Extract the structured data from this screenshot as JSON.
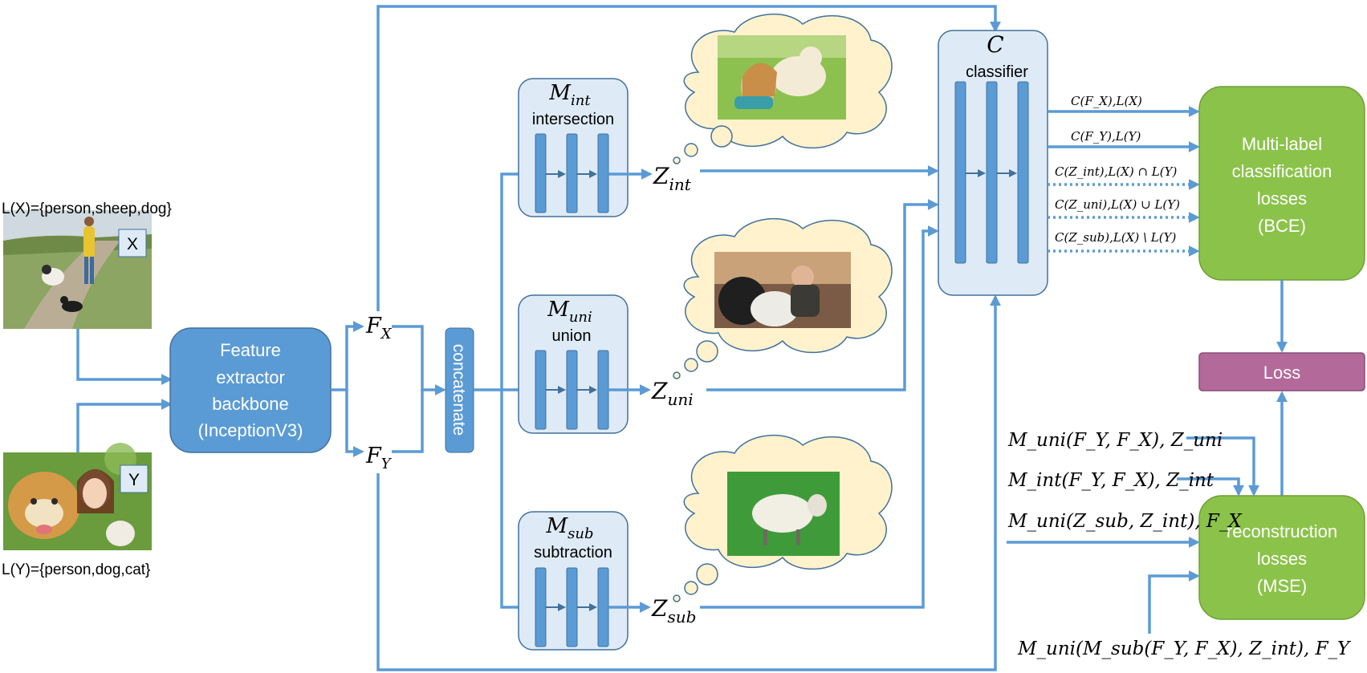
{
  "inputs": {
    "x_label_set": "L(X)={person,sheep,dog}",
    "y_label_set": "L(Y)={person,dog,cat}",
    "x_tag": "X",
    "y_tag": "Y"
  },
  "backbone": {
    "line1": "Feature",
    "line2": "extractor",
    "line3": "backbone",
    "line4": "(InceptionV3)"
  },
  "features": {
    "fx_base": "F",
    "fx_sub": "X",
    "fy_base": "F",
    "fy_sub": "Y"
  },
  "concat": {
    "label": "concatenate"
  },
  "modules": {
    "int": {
      "sym": "M",
      "sub": "int",
      "name": "intersection"
    },
    "uni": {
      "sym": "M",
      "sub": "uni",
      "name": "union"
    },
    "sub": {
      "sym": "M",
      "sub": "sub",
      "name": "subtraction"
    }
  },
  "latents": {
    "int": {
      "sym": "Z",
      "sub": "int"
    },
    "uni": {
      "sym": "Z",
      "sub": "uni"
    },
    "sub": {
      "sym": "Z",
      "sub": "sub"
    }
  },
  "classifier": {
    "sym": "C",
    "name": "classifier"
  },
  "cls_edges": {
    "e1": "C(F_X),L(X)",
    "e2": "C(F_Y),L(Y)",
    "e3": "C(Z_int),L(X) ∩ L(Y)",
    "e4": "C(Z_uni),L(X) ∪ L(Y)",
    "e5": "C(Z_sub),L(X) \\ L(Y)"
  },
  "cls_loss": {
    "line1": "Multi-label",
    "line2": "classification",
    "line3": "losses",
    "line4": "(BCE)"
  },
  "total_loss": "Loss",
  "rec_loss": {
    "line1": "reconstruction",
    "line2": "losses",
    "line3": "(MSE)"
  },
  "rec_edges": {
    "r1": "M_uni(F_Y, F_X), Z_uni",
    "r2": "M_int(F_Y, F_X), Z_int",
    "r3": "M_uni(Z_sub, Z_int), F_X",
    "r4": "M_uni(M_sub(F_Y, F_X), Z_int), F_Y"
  },
  "colors": {
    "flow": "#5b9bd5",
    "module_panel": "#deebf7",
    "thought_cloud": "#fff2cc",
    "loss_green": "#8bc34a",
    "loss_total": "#b4699b"
  }
}
